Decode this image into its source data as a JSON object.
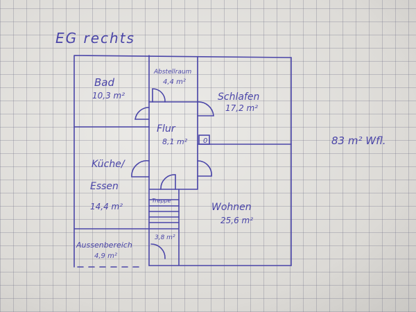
{
  "title": "EG rechts",
  "total_area": "83 m² Wfl.",
  "rooms": [
    {
      "name": "Bad",
      "area": "10,3 m²"
    },
    {
      "name": "Abstellraum",
      "area": "4,4 m²"
    },
    {
      "name": "Schlafen",
      "area": "17,2 m²"
    },
    {
      "name": "Flur",
      "area": "8,1 m²"
    },
    {
      "name": "Küche/",
      "name2": "Essen",
      "area": "14,4 m²"
    },
    {
      "name": "Treppe"
    },
    {
      "name": "Wohnen",
      "area": "25,6 m²"
    },
    {
      "name": "",
      "area": "3,8 m²"
    },
    {
      "name": "Aussenbereich",
      "area": "4,9 m²"
    }
  ],
  "chimney_label": "0",
  "colors": {
    "ink": "#4a45a8",
    "paper": "#e4e2de"
  }
}
